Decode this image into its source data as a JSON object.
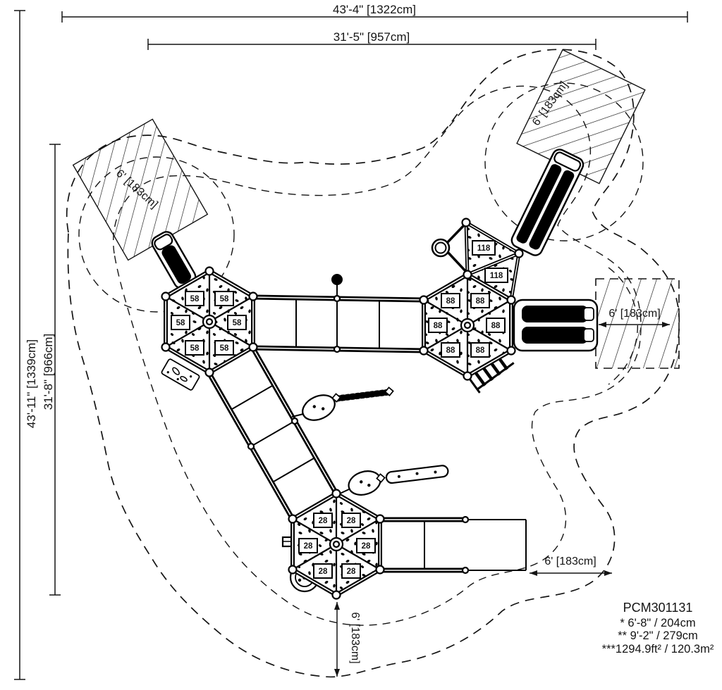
{
  "drawing": {
    "type": "playground-plan-top-view",
    "colors": {
      "line": "#000000",
      "background": "#ffffff"
    }
  },
  "dimensions": {
    "overall_width": "43'-4\" [1322cm]",
    "inner_width": "31'-5\" [957cm]",
    "overall_depth": "43'-11\" [1339cm]",
    "inner_depth": "31'-8\" [966cm]"
  },
  "clearances": {
    "slide_top_left": "6' [183cm]",
    "slide_top_right": "6' [183cm]",
    "slide_right": "6' [183cm]",
    "bottom_right": "6' [183cm]",
    "bottom": "6' [183cm]"
  },
  "deck_labels": {
    "left_hex": [
      "58",
      "58",
      "58",
      "58",
      "58",
      "58"
    ],
    "right_hex": [
      "88",
      "88",
      "88",
      "88",
      "88",
      "88"
    ],
    "upper_decks": [
      "118",
      "118"
    ],
    "bottom_hex": [
      "28",
      "28",
      "28",
      "28",
      "28",
      "28"
    ]
  },
  "info_block": {
    "model": "PCM301131",
    "note1": "* 6'-8\" / 204cm",
    "note2": "** 9'-2\" / 279cm",
    "note3": "***1294.9ft² / 120.3m²"
  }
}
